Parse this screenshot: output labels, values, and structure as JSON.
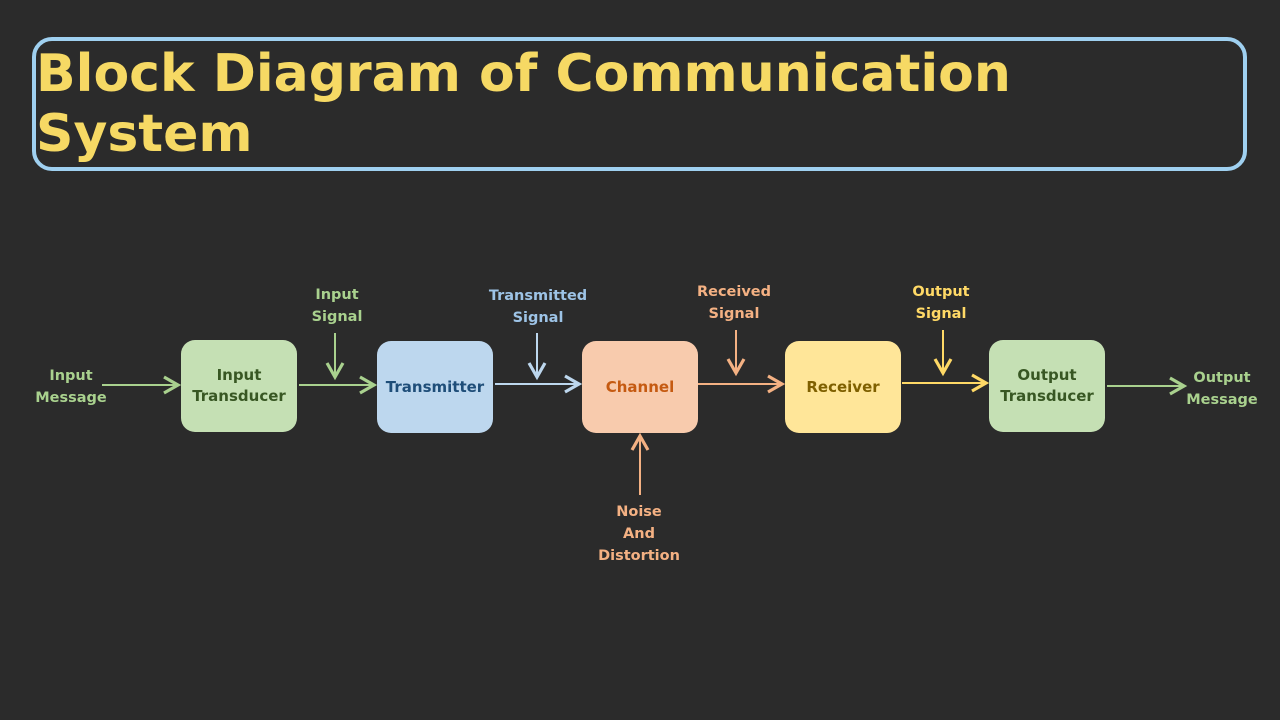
{
  "title": "Block Diagram of Communication System",
  "blocks": {
    "input_transducer": "Input\nTransducer",
    "transmitter": "Transmitter",
    "channel": "Channel",
    "receiver": "Receiver",
    "output_transducer": "Output\nTransducer"
  },
  "labels": {
    "input_message": "Input\nMessage",
    "input_signal": "Input\nSignal",
    "transmitted_signal": "Transmitted\nSignal",
    "received_signal": "Received\nSignal",
    "output_signal": "Output\nSignal",
    "noise": "Noise\nAnd\nDistortion",
    "output_message": "Output\nMessage"
  },
  "colors": {
    "green": "#a9d18e",
    "blue": "#9dc3e6",
    "orange": "#f4b183",
    "yellow": "#ffd966",
    "title": "#f6d964",
    "border": "#9fd0f0"
  }
}
